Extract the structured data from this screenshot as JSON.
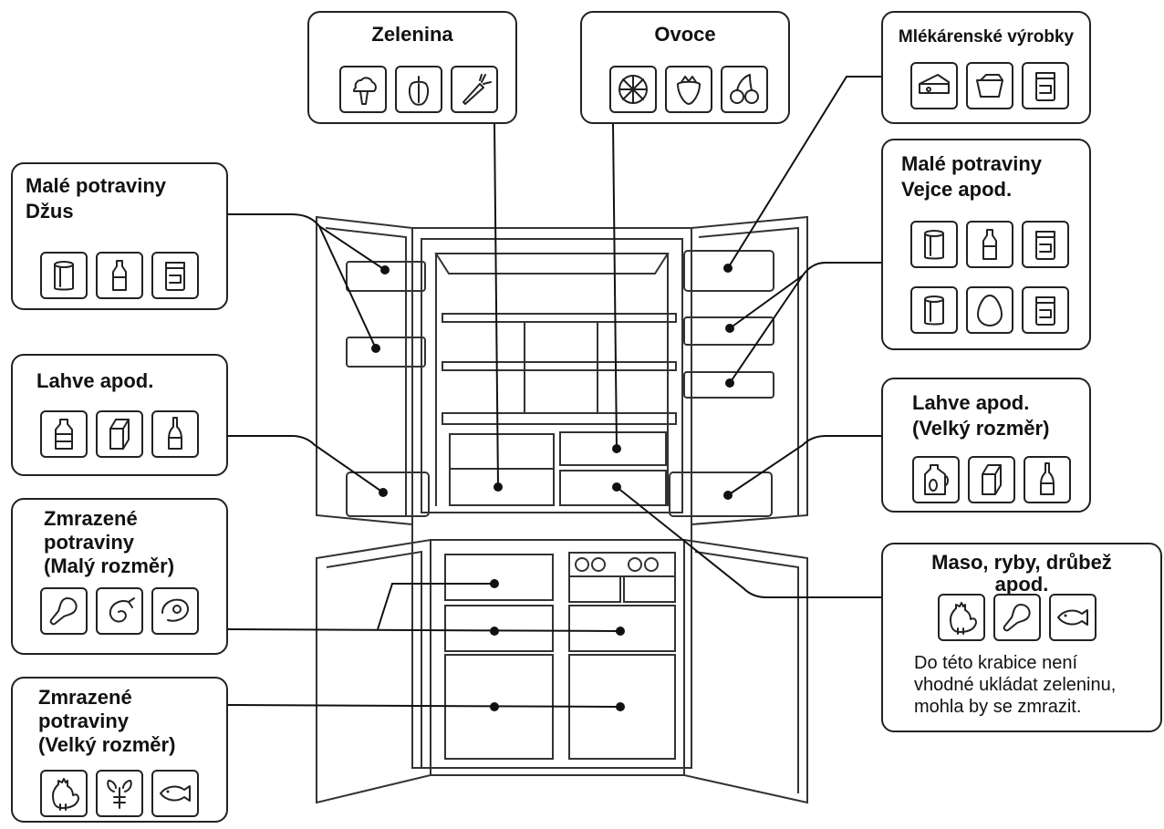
{
  "labels": {
    "zelenina": "Zelenina",
    "ovoce": "Ovoce",
    "mlekarenske": "Mlékárenské výrobky",
    "male_dzus_1": "Malé potraviny",
    "male_dzus_2": "Džus",
    "male_vejce_1": "Malé potraviny",
    "male_vejce_2": "Vejce apod.",
    "lahve_left": "Lahve apod.",
    "lahve_right_1": "Lahve apod.",
    "lahve_right_2": "(Velký rozměr)",
    "zmraz_maly_1": "Zmrazené",
    "zmraz_maly_2": "potraviny",
    "zmraz_maly_3": "(Malý rozměr)",
    "zmraz_velky_1": "Zmrazené",
    "zmraz_velky_2": "potraviny",
    "zmraz_velky_3": "(Velký rozměr)",
    "maso_1": "Maso, ryby, drůbež",
    "maso_2": "apod.",
    "maso_note_1": "Do této krabice není",
    "maso_note_2": "vhodné ukládat zeleninu,",
    "maso_note_3": "mohla by se zmrazit."
  },
  "icons": {
    "zelenina": [
      "broccoli-icon",
      "pepper-icon",
      "carrot-icon"
    ],
    "ovoce": [
      "orange-slice-icon",
      "strawberry-icon",
      "cherry-icon"
    ],
    "mlekarenske": [
      "cheese-icon",
      "butter-icon",
      "jar-icon"
    ],
    "male_dzus": [
      "can-icon",
      "sauce-bottle-icon",
      "jar-icon"
    ],
    "male_vejce_row1": [
      "can-icon",
      "sauce-bottle-icon",
      "jar-icon"
    ],
    "male_vejce_row2": [
      "can-icon",
      "egg-icon",
      "jar-icon"
    ],
    "lahve_left": [
      "bottle-icon",
      "milk-carton-icon",
      "wine-bottle-icon"
    ],
    "lahve_right": [
      "jug-icon",
      "milk-carton-icon",
      "wine-bottle-icon"
    ],
    "zmraz_maly": [
      "chicken-leg-icon",
      "shrimp-icon",
      "fish-steak-icon"
    ],
    "zmraz_velky": [
      "rooster-icon",
      "lobster-icon",
      "fish-icon"
    ],
    "maso": [
      "rooster-icon",
      "chicken-leg-icon",
      "fish-icon"
    ]
  }
}
